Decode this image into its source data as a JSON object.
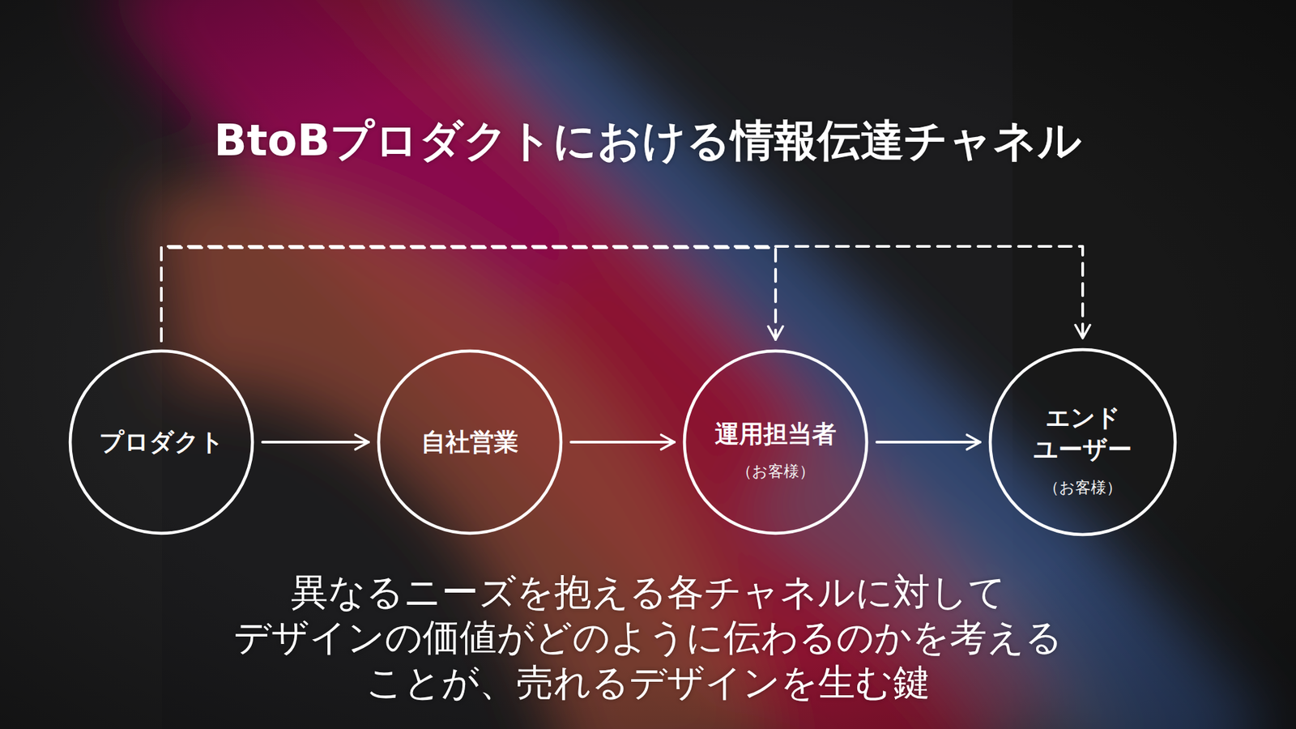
{
  "diagram": {
    "title": "BtoBプロダクトにおける情報伝達チャネル",
    "caption": "異なるニーズを抱える各チャネルに対して デザインの価値がどのように伝わるのかを考える ことが、売れるデザインを生む鍵",
    "nodes": [
      {
        "text": [
          "プロダクト"
        ]
      },
      {
        "text": [
          "自社営業"
        ]
      },
      {
        "text": [
          "運用担当者",
          "（お客様）"
        ]
      },
      {
        "text": [
          "エンド ユーザー",
          "（お客様）"
        ]
      }
    ],
    "edges": [
      {
        "from": 0,
        "to": 1,
        "arrow": "to"
      },
      {
        "from": 1,
        "to": 2,
        "arrow": "to"
      },
      {
        "from": 2,
        "to": 3,
        "arrow": "to"
      },
      {
        "from": 0,
        "to": 2,
        "arrow": "to"
      },
      {
        "from": 0,
        "to": 3,
        "arrow": "to"
      }
    ]
  }
}
